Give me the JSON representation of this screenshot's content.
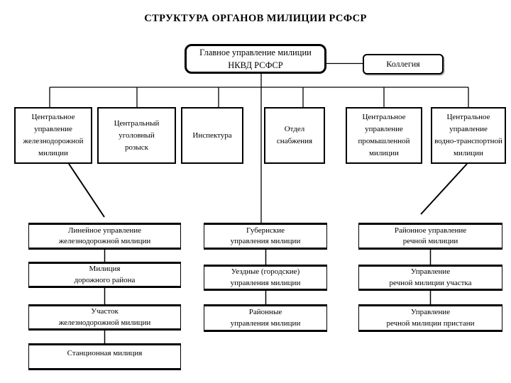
{
  "title": "СТРУКТУРА ОРГАНОВ МИЛИЦИИ РСФСР",
  "root": {
    "label": "Главное управление милиции\nНКВД РСФСР"
  },
  "collegium": {
    "label": "Коллегия"
  },
  "departments": [
    {
      "label": "Центральное\nуправление\nжелезнодорожной\nмилиции"
    },
    {
      "label": "Центральный\nуголовный\nрозыск"
    },
    {
      "label": "Инспектура"
    },
    {
      "label": "Отдел\nснабжения"
    },
    {
      "label": "Центральное\nуправление\nпромышленной\nмилиции"
    },
    {
      "label": "Центральное\nуправление\nводно-транспортной\nмилиции"
    }
  ],
  "columns": {
    "railway": [
      "Линейное управление\nжелезнодорожной милиции",
      "Милиция\nдорожного района",
      "Участок\nжелезнодорожной милиции",
      "Станционная милиция"
    ],
    "territorial": [
      "Губернские\nуправления милиции",
      "Уездные (городские)\nуправления милиции",
      "Районные\nуправления милиции"
    ],
    "river": [
      "Районное управление\nречной милиции",
      "Управление\nречной милиции участка",
      "Управление\nречной милиции пристани"
    ]
  },
  "colors": {
    "line": "#000000",
    "background": "#ffffff",
    "text": "#000000"
  }
}
